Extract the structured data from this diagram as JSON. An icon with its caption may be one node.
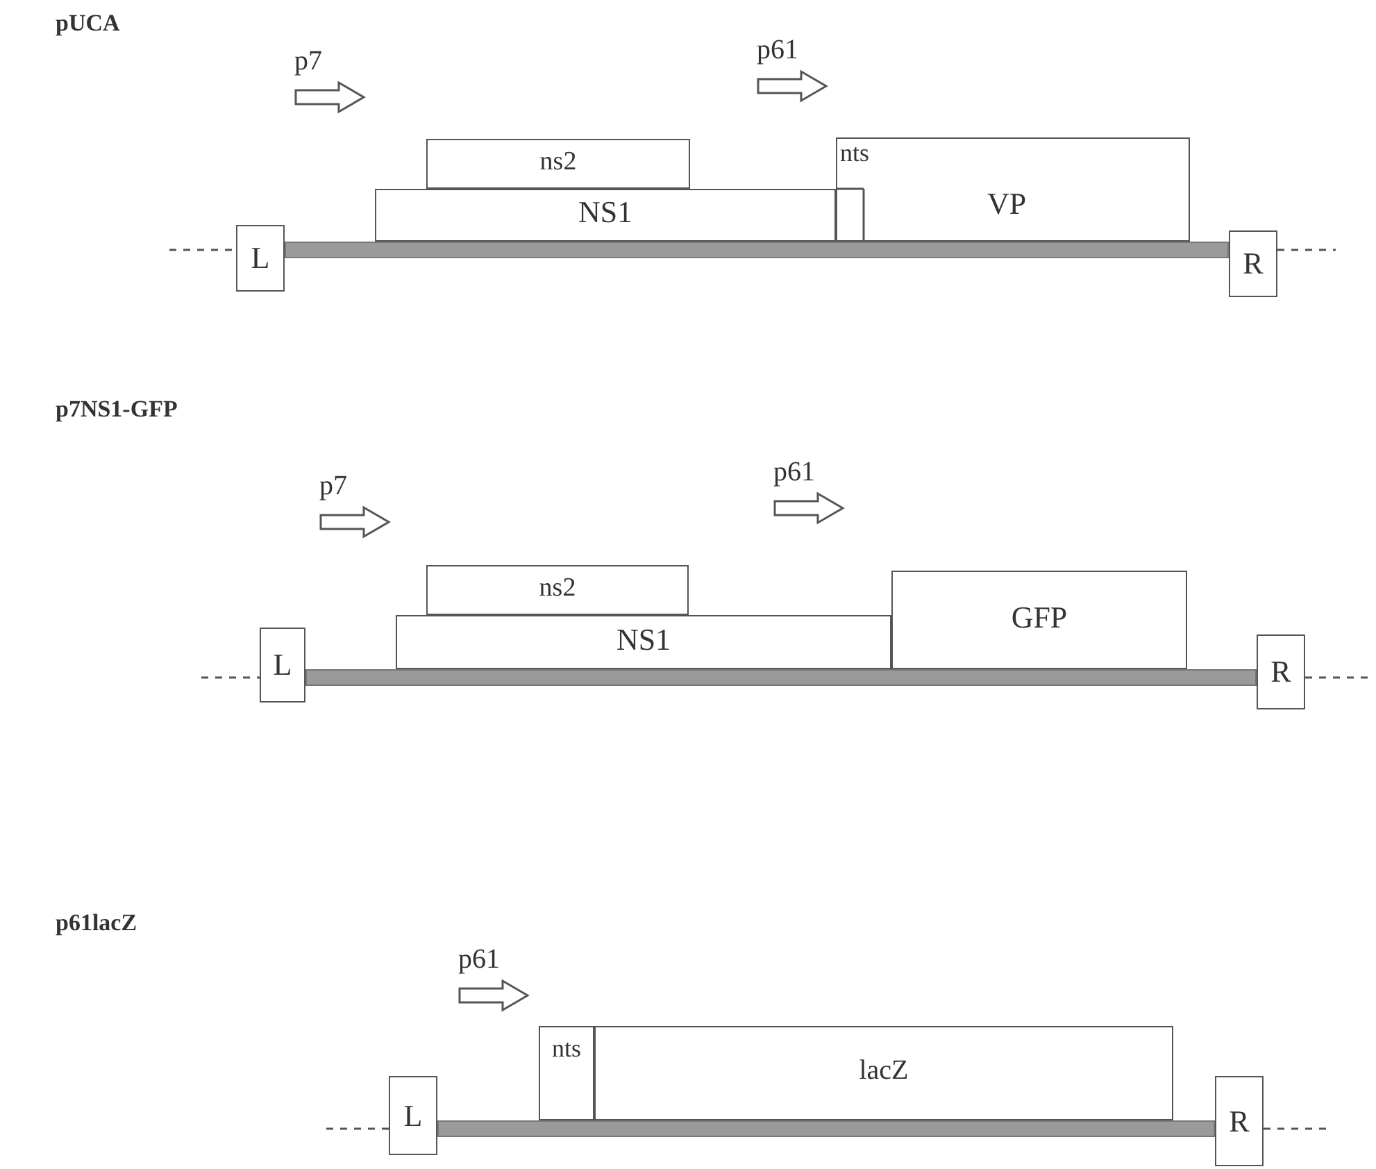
{
  "diagram": {
    "nodes": [
      {
        "text": [
          "ns2"
        ]
      },
      {
        "text": [
          "nts",
          "VP"
        ]
      },
      {
        "text": [
          "NS1"
        ]
      },
      {
        "text": [
          "L"
        ]
      },
      {
        "text": [
          "R"
        ]
      },
      {
        "text": [
          "ns2"
        ]
      },
      {
        "text": [
          "GFP"
        ]
      },
      {
        "text": [
          "NS1"
        ]
      },
      {
        "text": [
          "L"
        ]
      },
      {
        "text": [
          "R"
        ]
      },
      {
        "text": [
          "nts"
        ]
      },
      {
        "text": [
          "lacZ"
        ]
      },
      {
        "text": [
          "L"
        ]
      },
      {
        "text": [
          "R"
        ]
      }
    ],
    "labels": [
      "pUCA",
      "p7",
      "p61",
      "p7NS1-GFP",
      "p7",
      "p61",
      "p61lacZ",
      "p61"
    ]
  }
}
